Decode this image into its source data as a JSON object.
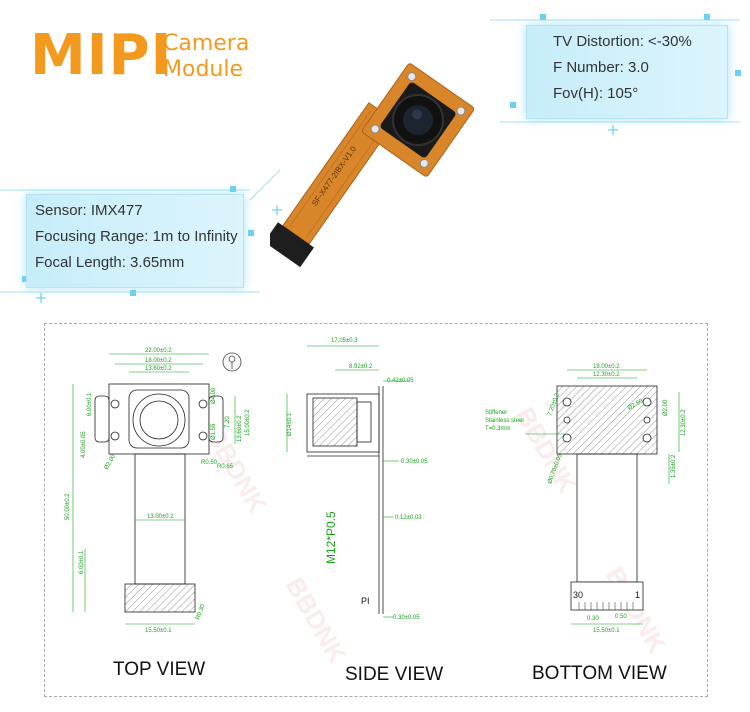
{
  "header": {
    "title_main": "MIPI",
    "title_line1": "Camera",
    "title_line2": "Module"
  },
  "specs_right": [
    "TV Distortion: <-30%",
    "F Number: 3.0",
    "Fov(H): 105°"
  ],
  "specs_left": [
    "Sensor: IMX477",
    "Focusing Range: 1m to Infinity",
    "Focal Length: 3.65mm"
  ],
  "product": {
    "flex_cable_print": "SF-X477-2IBX-V1.0"
  },
  "views": {
    "top_label": "TOP VIEW",
    "side_label": "SIDE VIEW",
    "bottom_label": "BOTTOM VIEW"
  },
  "top_view": {
    "dim_22": "22.00±0.2",
    "dim_18": "18.00±0.2",
    "dim_1360": "13.60±0.2",
    "dim_600": "6.00±0.1",
    "dim_400": "4.00±0.05",
    "dim_200": "Ø2.00",
    "dim_d4": "Ø4.00",
    "dim_r": "R0.50",
    "dim_r065": "R0.65",
    "dim_1500": "15.00±0.2",
    "dim_1360b": "13.60±0.2",
    "dim_7": "7.20",
    "dim_155": "Ø1.55",
    "dim_5000": "50.00±0.2",
    "dim_1300": "13.00±0.2",
    "dim_600b": "6.00±0.1",
    "dim_1550": "15.50±0.1",
    "dim_r030": "R0.30"
  },
  "side_view": {
    "dim_1705": "17.05±0.3",
    "dim_892": "8.92±0.2",
    "dim_042": "0.42±0.05",
    "dim_14": "Ø14±0.1",
    "dim_030": "0.30±0.05",
    "dim_012": "0.12±0.03",
    "thread": "M12*P0.5",
    "pi": "PI",
    "dim_030b": "0.30±0.05"
  },
  "bottom_view": {
    "dim_1800": "18.00±0.2",
    "dim_1230": "12.30±0.2",
    "stiffener_1": "Stiffener",
    "stiffener_2": "Stainless steel",
    "stiffener_3": "T=0.3mm",
    "dim_d250": "Ø2.50",
    "dim_720": "7.20±0.2",
    "dim_1230b": "12.30±0.2",
    "dim_200": "Ø2.00",
    "dim_070": "Ø0.70±0.05",
    "dim_135": "1.35±0.2",
    "pin_30": "30",
    "pin_1": "1",
    "dim_p030": "0.30",
    "dim_p050": "0.50",
    "dim_1550": "15.50±0.1"
  }
}
